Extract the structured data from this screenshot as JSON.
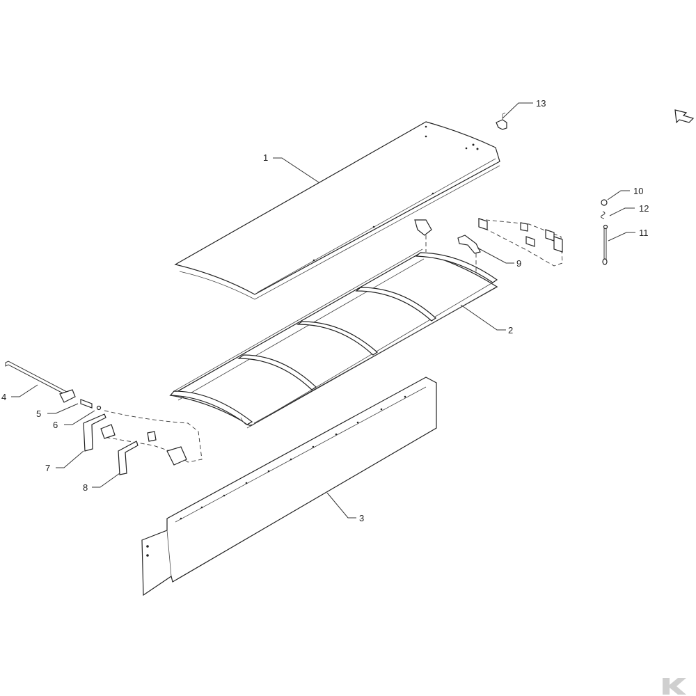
{
  "diagram": {
    "callouts": [
      {
        "id": "p1",
        "label": "1"
      },
      {
        "id": "p2",
        "label": "2"
      },
      {
        "id": "p3",
        "label": "3"
      },
      {
        "id": "p4",
        "label": "4"
      },
      {
        "id": "p5",
        "label": "5"
      },
      {
        "id": "p6",
        "label": "6"
      },
      {
        "id": "p7",
        "label": "7"
      },
      {
        "id": "p8",
        "label": "8"
      },
      {
        "id": "p9",
        "label": "9"
      },
      {
        "id": "p10",
        "label": "10"
      },
      {
        "id": "p11",
        "label": "11"
      },
      {
        "id": "p12",
        "label": "12"
      },
      {
        "id": "p13",
        "label": "13"
      }
    ]
  },
  "colors": {
    "line": "#222222",
    "background": "#ffffff",
    "logo": "#cfcfcf"
  }
}
